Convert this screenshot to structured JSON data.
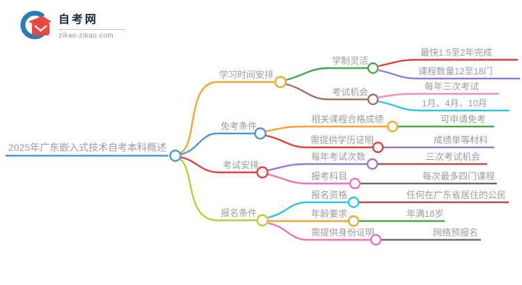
{
  "logo": {
    "title": "自考网",
    "url": "zikao-zikao.com",
    "brand_blue": "#2d7ab6",
    "brand_red": "#e6493f"
  },
  "colors": {
    "text": "#9c9c9c",
    "background": "#ffffff"
  },
  "mindmap": {
    "root": {
      "label": "2025年广东嵌入式技术自考本科概述",
      "color": "#4d96d0"
    },
    "branches": [
      {
        "label": "学习时间安排",
        "color": "#f7a233",
        "children": [
          {
            "label": "学制灵活",
            "color": "#48a44b",
            "children": [
              {
                "label": "最快1.5至2年完成",
                "color": "#e23c3c"
              },
              {
                "label": "课程数量12至18门",
                "color": "#9677d6"
              }
            ]
          },
          {
            "label": "考试机会",
            "color": "#9c6f60",
            "children": [
              {
                "label": "每年三次考试",
                "color": "#ef8cc6"
              },
              {
                "label": "1月、4月、10月",
                "color": "#2bc4e2"
              }
            ]
          }
        ]
      },
      {
        "label": "免考条件",
        "color": "#4d96d0",
        "children": [
          {
            "label": "相关课程合格成绩",
            "color": "#f7a233",
            "children": [
              {
                "label": "可申请免考",
                "color": "#48a44b"
              }
            ]
          },
          {
            "label": "需提供学历证明",
            "color": "#e23c3c",
            "children": [
              {
                "label": "成绩单等材料",
                "color": "#9677d6"
              }
            ]
          }
        ]
      },
      {
        "label": "考试安排",
        "color": "#e23c3c",
        "children": [
          {
            "label": "每年考试次数",
            "color": "#9677d6",
            "children": [
              {
                "label": "三次考试机会",
                "color": "#a3564e"
              }
            ]
          },
          {
            "label": "报考科目",
            "color": "#f070b8",
            "children": [
              {
                "label": "每次最多四门课程",
                "color": "#6a6a6a"
              }
            ]
          }
        ]
      },
      {
        "label": "报名条件",
        "color": "#bfca35",
        "children": [
          {
            "label": "报名资格",
            "color": "#2bc4e2",
            "children": [
              {
                "label": "任何在广东省居住的公民",
                "color": "#a3564e"
              }
            ]
          },
          {
            "label": "年龄要求",
            "color": "#f7a233",
            "children": [
              {
                "label": "年满18岁",
                "color": "#48a44b"
              }
            ]
          },
          {
            "label": "需提供身份证明",
            "color": "#f070b8",
            "children": [
              {
                "label": "网络预报名",
                "color": "#6a6a6a"
              }
            ]
          }
        ]
      }
    ]
  }
}
